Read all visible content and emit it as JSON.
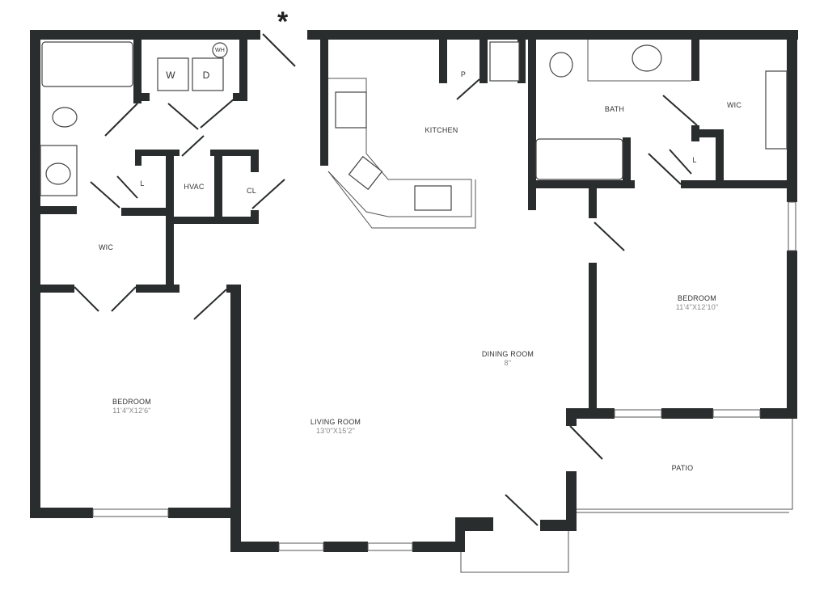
{
  "rooms": {
    "bedroom_left": {
      "name": "BEDROOM",
      "dims": "11'4\"X12'6\""
    },
    "living_room": {
      "name": "LIVING ROOM",
      "dims": "13'0\"X15'2\""
    },
    "dining_room": {
      "name": "DINING ROOM",
      "dims": "8''"
    },
    "bedroom_right": {
      "name": "BEDROOM",
      "dims": "11'4\"X12'10\""
    },
    "kitchen": {
      "name": "KITCHEN"
    },
    "bath": {
      "name": "BATH"
    },
    "wic_left": {
      "name": "WIC"
    },
    "wic_right": {
      "name": "WIC"
    },
    "hvac": {
      "name": "HVAC"
    },
    "closet": {
      "name": "CL"
    },
    "linen_left": {
      "name": "L"
    },
    "linen_right": {
      "name": "L"
    },
    "pantry": {
      "name": "P"
    },
    "patio": {
      "name": "PATIO"
    }
  },
  "appliances": {
    "washer": "W",
    "dryer": "D",
    "water_heater": "WH"
  },
  "marker": "*",
  "colors": {
    "wall": "#2a2d2d"
  }
}
